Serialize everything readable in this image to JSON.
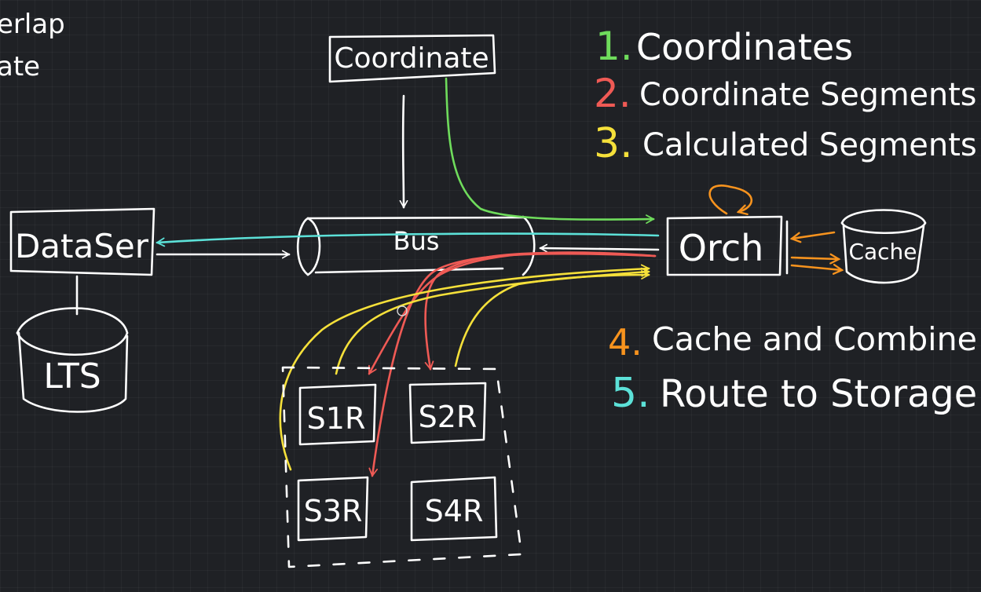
{
  "colors": {
    "background": "#1f2125",
    "ink": "#ffffff",
    "green": "#6fdc5c",
    "red": "#ef5a55",
    "yellow": "#f5e03a",
    "orange": "#f7931e",
    "cyan": "#5ce1d8"
  },
  "fragments": {
    "top_left_1": "erlap",
    "top_left_2": "ate"
  },
  "nodes": {
    "coordinate": "Coordinate",
    "bus": "Bus",
    "dataser": "DataSer",
    "lts": "LTS",
    "orch": "Orch",
    "cache": "Cache",
    "s1r": "S1R",
    "s2r": "S2R",
    "s3r": "S3R",
    "s4r": "S4R"
  },
  "legend": [
    {
      "num": "1.",
      "text": "Coordinates",
      "color": "#6fdc5c"
    },
    {
      "num": "2.",
      "text": "Coordinate Segments",
      "color": "#ef5a55"
    },
    {
      "num": "3.",
      "text": "Calculated Segments",
      "color": "#f5e03a"
    },
    {
      "num": "4.",
      "text": "Cache and Combine",
      "color": "#f7931e"
    },
    {
      "num": "5.",
      "text": "Route to Storage",
      "color": "#5ce1d8"
    }
  ]
}
